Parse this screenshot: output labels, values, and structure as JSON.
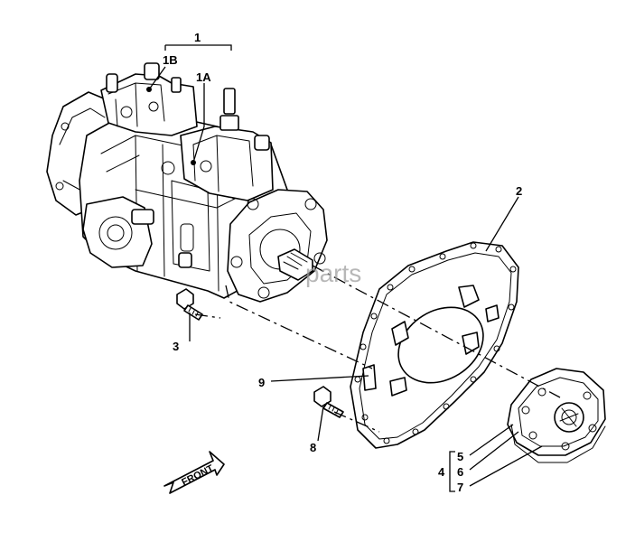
{
  "diagram": {
    "watermark": "parts",
    "front_label": "FRONT",
    "callouts": {
      "c1": "1",
      "c1a": "1A",
      "c1b": "1B",
      "c2": "2",
      "c3": "3",
      "c4": "4",
      "c5": "5",
      "c6": "6",
      "c7": "7",
      "c8": "8",
      "c9": "9"
    }
  }
}
